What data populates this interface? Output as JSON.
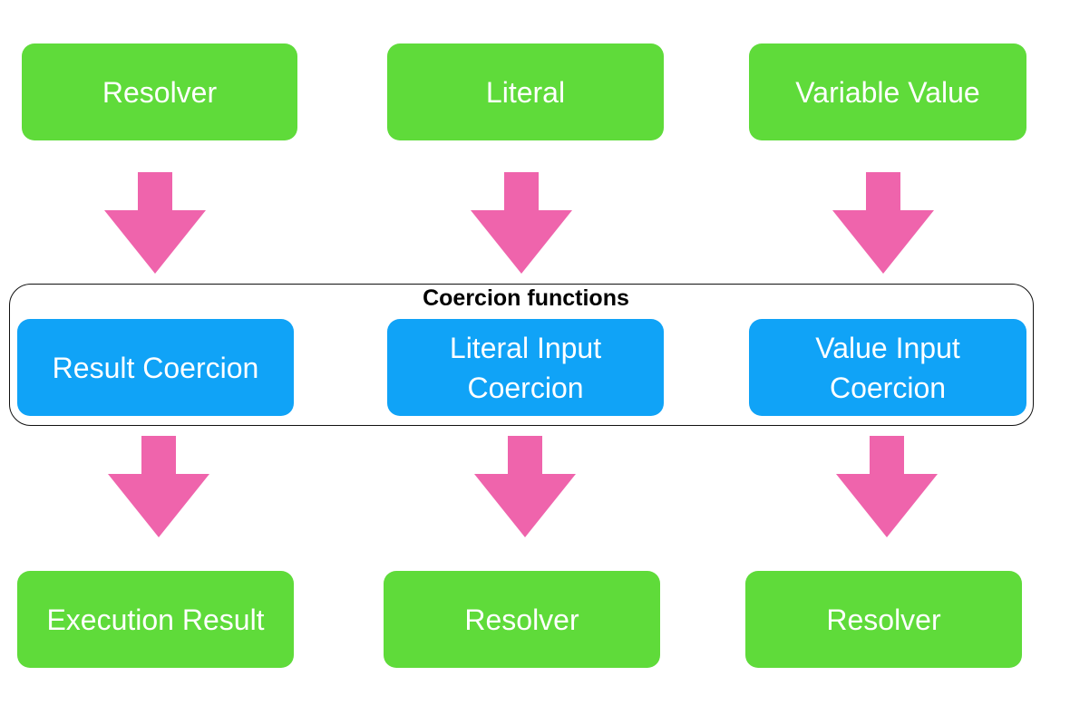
{
  "colors": {
    "box_green": "#5fdb3a",
    "box_blue": "#10a3f7",
    "arrow_pink": "#ef64ac",
    "group_border": "#111111"
  },
  "diagram": {
    "top_row": [
      {
        "label": "Resolver"
      },
      {
        "label": "Literal"
      },
      {
        "label": "Variable Value"
      }
    ],
    "group": {
      "label": "Coercion functions",
      "items": [
        {
          "label": "Result Coercion"
        },
        {
          "label": "Literal Input\nCoercion"
        },
        {
          "label": "Value Input\nCoercion"
        }
      ]
    },
    "bottom_row": [
      {
        "label": "Execution Result"
      },
      {
        "label": "Resolver"
      },
      {
        "label": "Resolver"
      }
    ]
  }
}
